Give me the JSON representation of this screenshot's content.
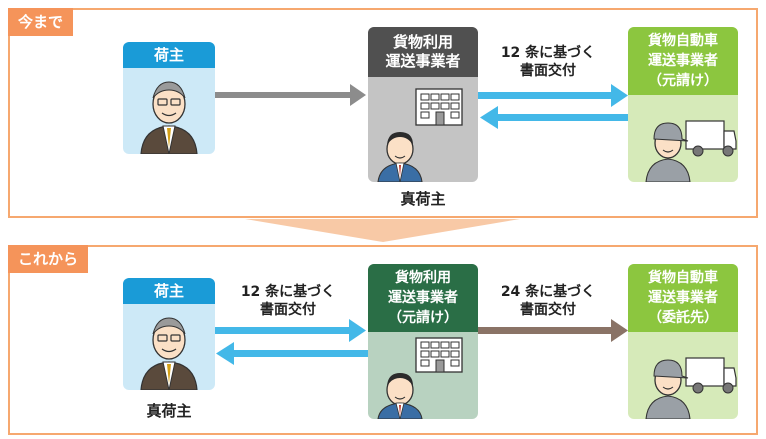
{
  "panels": {
    "before_tag": "今まで",
    "after_tag": "これから"
  },
  "before": {
    "shipper_title": "荷主",
    "forwarder_title_l1": "貨物利用",
    "forwarder_title_l2": "運送事業者",
    "forwarder_caption": "真荷主",
    "carrier_title_l1": "貨物自動車",
    "carrier_title_l2": "運送事業者",
    "carrier_title_l3": "（元請け）",
    "doc_label_l1": "12 条に基づく",
    "doc_label_l2": "書面交付"
  },
  "after": {
    "shipper_title": "荷主",
    "shipper_caption": "真荷主",
    "forwarder_title_l1": "貨物利用",
    "forwarder_title_l2": "運送事業者",
    "forwarder_title_l3": "（元請け）",
    "carrier_title_l1": "貨物自動車",
    "carrier_title_l2": "運送事業者",
    "carrier_title_l3": "（委託先）",
    "doc_label_a_l1": "12 条に基づく",
    "doc_label_a_l2": "書面交付",
    "doc_label_b_l1": "24 条に基づく",
    "doc_label_b_l2": "書面交付"
  },
  "colors": {
    "panel_border": "#f6a86f",
    "tag_bg": "#f5945a",
    "shipper_header": "#1a9bd7",
    "shipper_body": "#cde9f7",
    "forwarder_header": "#505050",
    "forwarder_header_after": "#2a6e46",
    "forwarder_body": "#c4c4c4",
    "forwarder_body_after": "#b8d2c0",
    "carrier_header": "#8cc63f",
    "carrier_body": "#d6eab9",
    "arrow_blue": "#43b8e8",
    "arrow_gray": "#8c8c8c",
    "arrow_brown": "#8a7366"
  },
  "icons": [
    "person-businessman-icon",
    "building-icon",
    "person-worker-icon",
    "truck-icon",
    "arrow-right-icon",
    "arrow-left-icon",
    "down-chevron-icon"
  ]
}
